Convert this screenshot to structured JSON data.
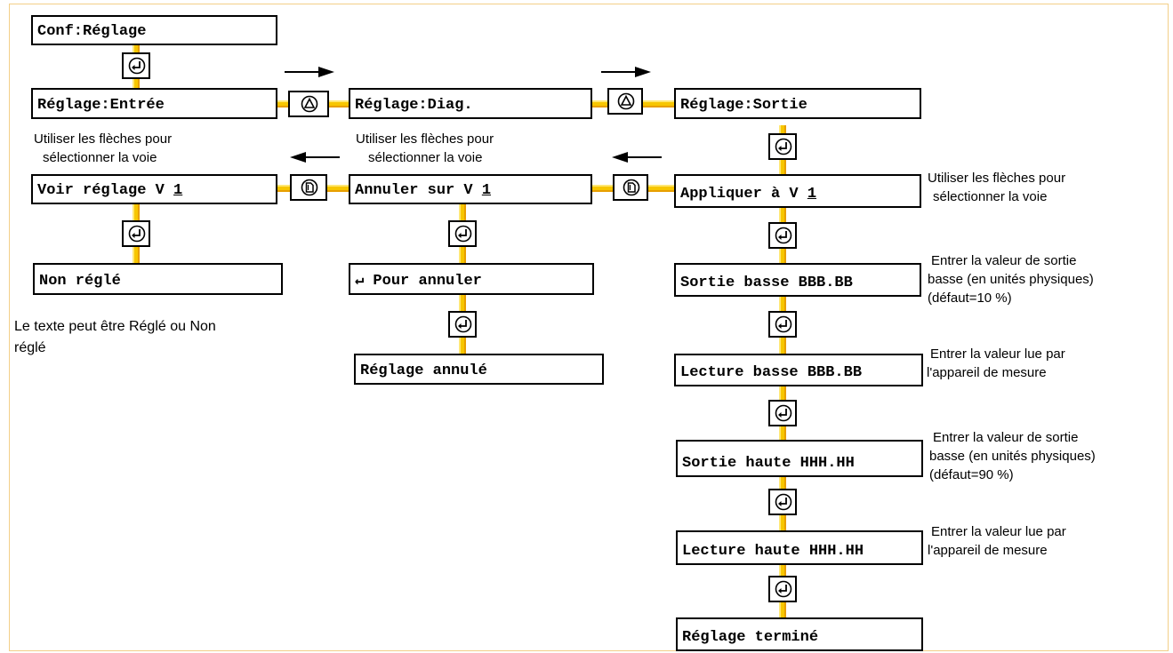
{
  "boxes": {
    "conf_reglage": "Conf:Réglage",
    "reglage_entree": "Réglage:Entrée",
    "reglage_diag": "Réglage:Diag.",
    "reglage_sortie": "Réglage:Sortie",
    "voir_reglage": "Voir réglage V ",
    "annuler_sur": "Annuler sur V ",
    "appliquer": "Appliquer à V ",
    "channel": "1",
    "non_regle": "Non réglé",
    "pour_annuler": "↵ Pour annuler",
    "reglage_annule": "Réglage annulé",
    "sortie_basse": "Sortie basse BBB.BB",
    "lecture_basse": "Lecture basse BBB.BB",
    "sortie_haute": "Sortie haute HHH.HH",
    "lecture_haute": "Lecture haute HHH.HH",
    "reglage_termine": "Réglage terminé"
  },
  "notes": {
    "arrows_1_l1": "Utiliser les flèches pour",
    "arrows_1_l2": "sélectionner la voie",
    "arrows_2_l1": "Utiliser les flèches pour",
    "arrows_2_l2": "sélectionner la voie",
    "arrows_3_l1": "Utiliser les flèches pour",
    "arrows_3_l2": "sélectionner la voie",
    "texte_l1": "Le texte peut être Réglé ou Non",
    "texte_l2": "réglé",
    "sortie_basse_l1": "Entrer la valeur de sortie",
    "sortie_basse_l2": "basse (en unités physiques)",
    "sortie_basse_l3": "(défaut=10 %)",
    "lue_l1": "Entrer la valeur lue par",
    "lue_l2": "l'appareil de mesure",
    "sortie_haute_l1": "Entrer la valeur de sortie",
    "sortie_haute_l2": "basse (en unités physiques)",
    "sortie_haute_l3": "(défaut=90 %)",
    "lue2_l1": "Entrer la valeur lue par",
    "lue2_l2": "l'appareil de mesure"
  },
  "icons": {
    "enter_key": "enter-key-icon",
    "scroll_key": "scroll-key-icon",
    "page_key": "page-key-icon"
  },
  "colors": {
    "connector": "#f7c600",
    "border": "#000000"
  }
}
